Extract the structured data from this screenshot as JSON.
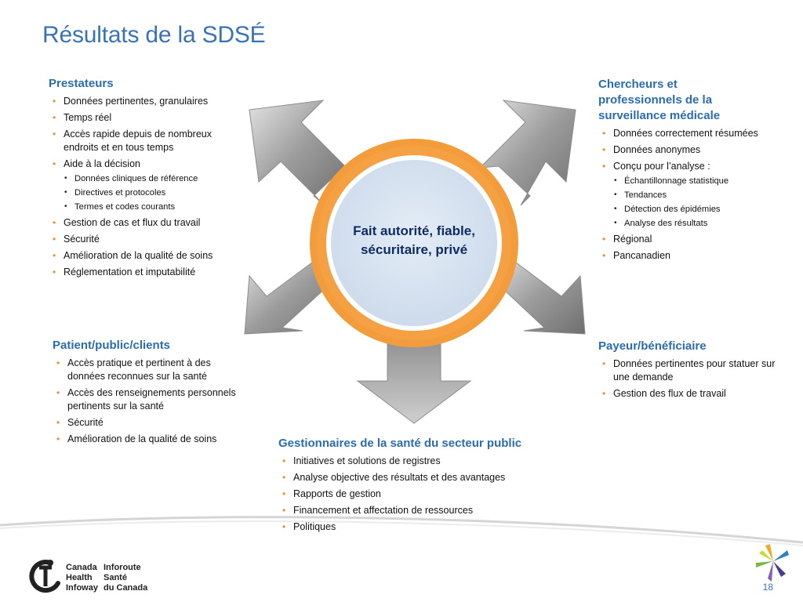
{
  "title": "Résultats de la SDSÉ",
  "center": {
    "line1": "Fait autorité, fiable,",
    "line2": "sécuritaire, privé"
  },
  "prestateurs": {
    "heading": "Prestateurs",
    "items": [
      "Données pertinentes, granulaires",
      "Temps réel",
      "Accès rapide depuis de nombreux endroits et en tous temps",
      "Aide à la décision"
    ],
    "sub": [
      "Données cliniques de référence",
      "Directives et protocoles",
      "Termes et codes courants"
    ],
    "items2": [
      "Gestion de cas et flux du travail",
      "Sécurité",
      "Amélioration de la qualité de soins",
      "Réglementation et imputabilité"
    ]
  },
  "chercheurs": {
    "heading1": "Chercheurs et",
    "heading2": "professionnels de la",
    "heading3": "surveillance médicale",
    "items": [
      "Données correctement résumées",
      "Données anonymes",
      "Conçu pour l’analyse :"
    ],
    "sub": [
      "Échantillonnage statistique",
      "Tendances",
      "Détection des épidémies",
      "Analyse des résultats"
    ],
    "items2": [
      "Régional",
      "Pancanadien"
    ]
  },
  "patient": {
    "heading": "Patient/public/clients",
    "items": [
      "Accès pratique et pertinent à des données reconnues sur la santé",
      "Accès des renseignements personnels pertinents sur la santé",
      "Sécurité",
      "Amélioration de la qualité de soins"
    ]
  },
  "payeur": {
    "heading": "Payeur/bénéficiaire",
    "items": [
      "Données pertinentes pour statuer sur une demande",
      "Gestion des flux de travail"
    ]
  },
  "gestionnaires": {
    "heading": "Gestionnaires de la santé du secteur public",
    "items": [
      "Initiatives et solutions de registres",
      "Analyse objective des résultats et des avantages",
      "Rapports de gestion",
      "Financement et affectation de ressources",
      "Politiques"
    ]
  },
  "logo": {
    "en1": "Canada",
    "en2": "Health",
    "en3": "Infoway",
    "fr1": "Inforoute",
    "fr2": "Santé",
    "fr3": "du Canada"
  },
  "page_number": "18",
  "colors": {
    "accent": "#3a73b5",
    "ring": "#f39c3c",
    "bullet": "#f08a2b",
    "center_fill": "#dbe6f2"
  }
}
